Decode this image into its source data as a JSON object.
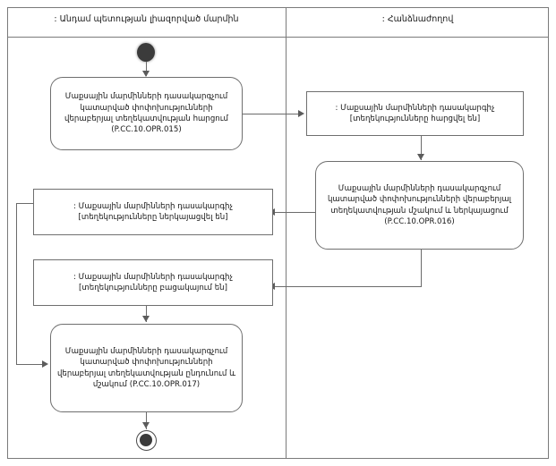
{
  "diagram": {
    "type": "uml-activity-diagram",
    "lanes": [
      {
        "id": "member-state-body",
        "title": ": Անդամ պետության լիազորված մարմին"
      },
      {
        "id": "commission",
        "title": ": Հանձնաժողով"
      }
    ],
    "nodes": {
      "initial": {
        "kind": "initial-node",
        "lane": "member-state-body"
      },
      "activity_015": {
        "kind": "activity",
        "lane": "member-state-body",
        "label": "Մաքսային մարմինների դասակարգչում կատարված փոփոխությունների վերաբերյալ տեղեկատվության հարցում (P.CC.10.OPR.015)",
        "code": "P.CC.10.OPR.015"
      },
      "object_requested": {
        "kind": "object",
        "lane": "commission",
        "label": ": Մաքսային մարմինների դասակարգիչ [տեղեկությունները հարցվել են]"
      },
      "activity_016": {
        "kind": "activity",
        "lane": "commission",
        "label": "Մաքսային մարմինների դասակարգչում կատարված փոփոխությունների վերաբերյալ տեղեկատվության մշակում և ներկայացում (P.CC.10.OPR.016)",
        "code": "P.CC.10.OPR.016"
      },
      "object_presented": {
        "kind": "object",
        "lane": "member-state-body",
        "label": ": Մաքսային մարմինների դասակարգիչ [տեղեկությունները ներկայացվել են]"
      },
      "object_absent": {
        "kind": "object",
        "lane": "member-state-body",
        "label": ": Մաքսային մարմինների դասակարգիչ [տեղեկությունները բացակայում են]"
      },
      "activity_017": {
        "kind": "activity",
        "lane": "member-state-body",
        "label": "Մաքսային մարմինների դասակարգչում կատարված փոփոխությունների վերաբերյալ տեղեկատվության ընդունում և մշակում (P.CC.10.OPR.017)",
        "code": "P.CC.10.OPR.017"
      },
      "final": {
        "kind": "activity-final-node",
        "lane": "member-state-body"
      }
    },
    "colors": {
      "frame_border": "#7a7a7a",
      "node_border": "#6f6f6f",
      "edge": "#6b6b6b",
      "node_fill": "#ffffff",
      "text": "#171717",
      "terminal_fill": "#3b3b3b"
    }
  }
}
